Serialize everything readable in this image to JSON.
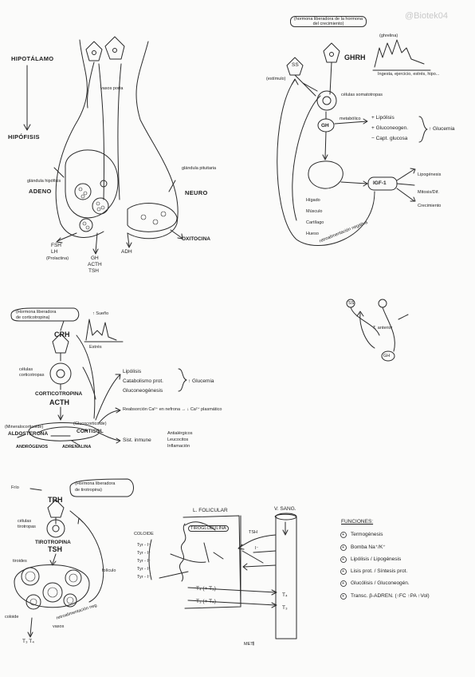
{
  "watermark": "@Biotek04",
  "hypothalamus_pituitary": {
    "hipotalamo": "HIPOTÁLAMO",
    "hipofisis": "HIPÓFISIS",
    "adeno_note": "glándula hipófisis",
    "adeno": "ADENO",
    "neuro_note": "glándula pituitaria",
    "neuro": "NEURO",
    "portal_note": "vasos porta",
    "hormones_left": [
      "FSH",
      "LH",
      "(Prolactina)"
    ],
    "hormones_center": [
      "GH",
      "ACTH",
      "TSH"
    ],
    "adh": "ADH",
    "oxitocina": "OXITOCINA"
  },
  "gh_axis": {
    "hormona_note": "(hormona liberadora de la hormona del crecimiento)",
    "gh_note_right": "(ghrelina)",
    "ghrh": "GHRH",
    "ss": "SS",
    "ss_note": "(estímulo)",
    "secretion_note": "Ingesta, ejercicio, estrés, hipo...",
    "cell_note": "células somatotropas",
    "gh": "GH",
    "gh_effect_label": "metabólico",
    "effects": [
      "Lipólisis",
      "Gluconeogen.",
      "Capt. glucosa"
    ],
    "effect_signs": [
      "+",
      "+",
      "−"
    ],
    "result": "↑ Glucemia",
    "igf": "IGF-1",
    "targets": [
      "Hígado",
      "Músculo",
      "Cartílago",
      "Hueso"
    ],
    "igf_effects": [
      "Lipogénesis",
      "Mitosis/Dif.",
      "Crecimiento"
    ],
    "feedback_note": "retroalimentación negativa"
  },
  "mini_loop": {
    "ss": "SS",
    "gh": "GH",
    "label": "T. anterior"
  },
  "crh_axis": {
    "hormona_note": [
      "(Hormona liberadora",
      "de corticotropina)"
    ],
    "crh": "CRH",
    "graph_label": "↑ Sueño",
    "estres": "Estrés",
    "cell_note": [
      "células",
      "corticotropas"
    ],
    "corticotropina": "CORTICOTROPINA",
    "acth": "ACTH",
    "aldosterona": "ALDOSTERONA",
    "cortisol": "CORTISOL",
    "glucocorticoide": "(Glucocorticoide)",
    "mineralocorticoide": "(Mineralocorticoide)",
    "androgenos": "ANDRÓGENOS",
    "adrenalina": "ADRENALINA",
    "effects": [
      "Lipólisis",
      "Catabolismo prot.",
      "Gluconeogénesis"
    ],
    "result": "↑ Glucemia",
    "absorption": "Reabsorción Ca²⁺ en nefrona → ↓ Ca²⁺ plasmático",
    "immune_head": "Sist. inmune",
    "immune_effects": [
      "Antialérgicos",
      "Leucocitos",
      "Inflamación"
    ]
  },
  "trh_axis": {
    "frio": "Frío",
    "hormona_note": [
      "(Hormona liberadora",
      "de tirotropina)"
    ],
    "trh": "TRH",
    "cell_note": [
      "células",
      "tirotropas"
    ],
    "tirotropina": "TIROTROPINA",
    "tsh": "TSH",
    "colloid_note": "coloide",
    "t3t4": "T₃ T₄",
    "vasos": "vasos",
    "feedback_note": "retroalimentación neg.",
    "follicle_label": "folículo",
    "tiroides": "tiroides"
  },
  "follicle_cell": {
    "l_folicular": "L. FOLICULAR",
    "v_sang": "V. SANG.",
    "coloide": "COLOIDE",
    "tiroglobulina": "TIROGLOBULINA",
    "tsh": "TSH",
    "i_minus": "I⁻",
    "t4": "T₄ (+ T₃)",
    "t3": "T₃ (+ T₄)",
    "t4_out": "T₄",
    "t3_out": "T₃",
    "tyr_list": [
      "Tyr - I⁻",
      "Tyr - I⁻",
      "Tyr - I⁻",
      "Tyr - I⁻",
      "Tyr - I⁻"
    ],
    "met": "MET."
  },
  "funciones": {
    "title": "FUNCIONES:",
    "items": [
      {
        "sign": "+",
        "text": "Termogénesis"
      },
      {
        "sign": "+",
        "text": "Bomba Na⁺/K⁺"
      },
      {
        "sign": "+",
        "text": "Lipólisis / Lipogénesis"
      },
      {
        "sign": "+",
        "text": "Lisis prot. / Síntesis prot."
      },
      {
        "sign": "+",
        "text": "Glucólisis / Gluconeogén."
      },
      {
        "sign": "+",
        "text": "Transc. β-ADREN. (↑FC ↑PA ↑Vol)"
      }
    ]
  }
}
